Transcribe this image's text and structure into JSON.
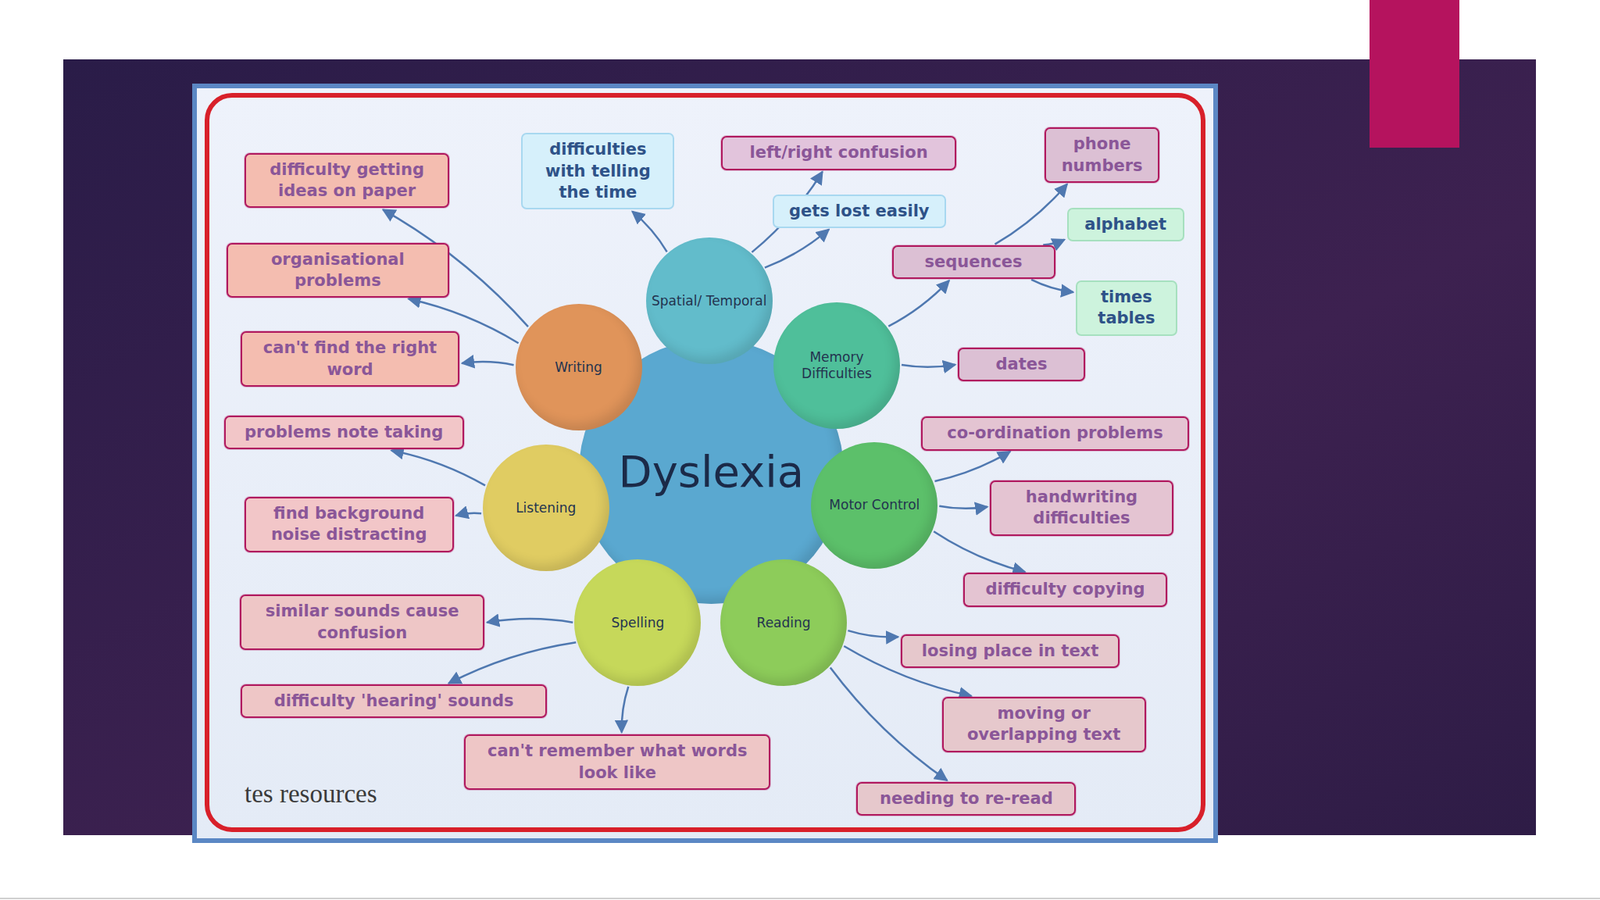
{
  "diagram": {
    "nodes": [
      {
        "text": [
          "Dyslexia"
        ]
      },
      {
        "text": [
          "Spatial/ Temporal"
        ]
      },
      {
        "text": [
          "Memory Difficulties"
        ]
      },
      {
        "text": [
          "Motor Control"
        ]
      },
      {
        "text": [
          "Reading"
        ]
      },
      {
        "text": [
          "Spelling"
        ]
      },
      {
        "text": [
          "Listening"
        ]
      },
      {
        "text": [
          "Writing"
        ]
      },
      {
        "text": [
          "difficulties with telling the time"
        ]
      },
      {
        "text": [
          "left/right confusion"
        ]
      },
      {
        "text": [
          "gets lost easily"
        ]
      },
      {
        "text": [
          "phone numbers"
        ]
      },
      {
        "text": [
          "alphabet"
        ]
      },
      {
        "text": [
          "sequences"
        ]
      },
      {
        "text": [
          "times tables"
        ]
      },
      {
        "text": [
          "dates"
        ]
      },
      {
        "text": [
          "co-ordination problems"
        ]
      },
      {
        "text": [
          "handwriting difficulties"
        ]
      },
      {
        "text": [
          "difficulty copying"
        ]
      },
      {
        "text": [
          "losing place in text"
        ]
      },
      {
        "text": [
          "moving or overlapping text"
        ]
      },
      {
        "text": [
          "needing to re-read"
        ]
      },
      {
        "text": [
          "can't remember what words look like"
        ]
      },
      {
        "text": [
          "difficulty 'hearing' sounds"
        ]
      },
      {
        "text": [
          "similar sounds cause confusion"
        ]
      },
      {
        "text": [
          "find background noise distracting"
        ]
      },
      {
        "text": [
          "problems note taking"
        ]
      },
      {
        "text": [
          "can't find the right word"
        ]
      },
      {
        "text": [
          "organisational problems"
        ]
      },
      {
        "text": [
          "difficulty getting ideas on paper"
        ]
      }
    ],
    "edges": [
      {
        "from": 1,
        "to": 8,
        "arrow": "to"
      },
      {
        "from": 1,
        "to": 9,
        "arrow": "to"
      },
      {
        "from": 1,
        "to": 10,
        "arrow": "to"
      },
      {
        "from": 13,
        "to": 11,
        "arrow": "to"
      },
      {
        "from": 13,
        "to": 12,
        "arrow": "to"
      },
      {
        "from": 2,
        "to": 13,
        "arrow": "to"
      },
      {
        "from": 13,
        "to": 14,
        "arrow": "to"
      },
      {
        "from": 2,
        "to": 15,
        "arrow": "to"
      },
      {
        "from": 3,
        "to": 16,
        "arrow": "to"
      },
      {
        "from": 3,
        "to": 17,
        "arrow": "to"
      },
      {
        "from": 3,
        "to": 18,
        "arrow": "to"
      },
      {
        "from": 4,
        "to": 19,
        "arrow": "to"
      },
      {
        "from": 4,
        "to": 20,
        "arrow": "to"
      },
      {
        "from": 4,
        "to": 21,
        "arrow": "to"
      },
      {
        "from": 5,
        "to": 22,
        "arrow": "to"
      },
      {
        "from": 5,
        "to": 23,
        "arrow": "to"
      },
      {
        "from": 5,
        "to": 24,
        "arrow": "to"
      },
      {
        "from": 6,
        "to": 25,
        "arrow": "to"
      },
      {
        "from": 6,
        "to": 26,
        "arrow": "to"
      },
      {
        "from": 7,
        "to": 27,
        "arrow": "to"
      },
      {
        "from": 7,
        "to": 28,
        "arrow": "to"
      },
      {
        "from": 7,
        "to": 29,
        "arrow": "to"
      }
    ],
    "labels": [
      "tes resources"
    ]
  }
}
